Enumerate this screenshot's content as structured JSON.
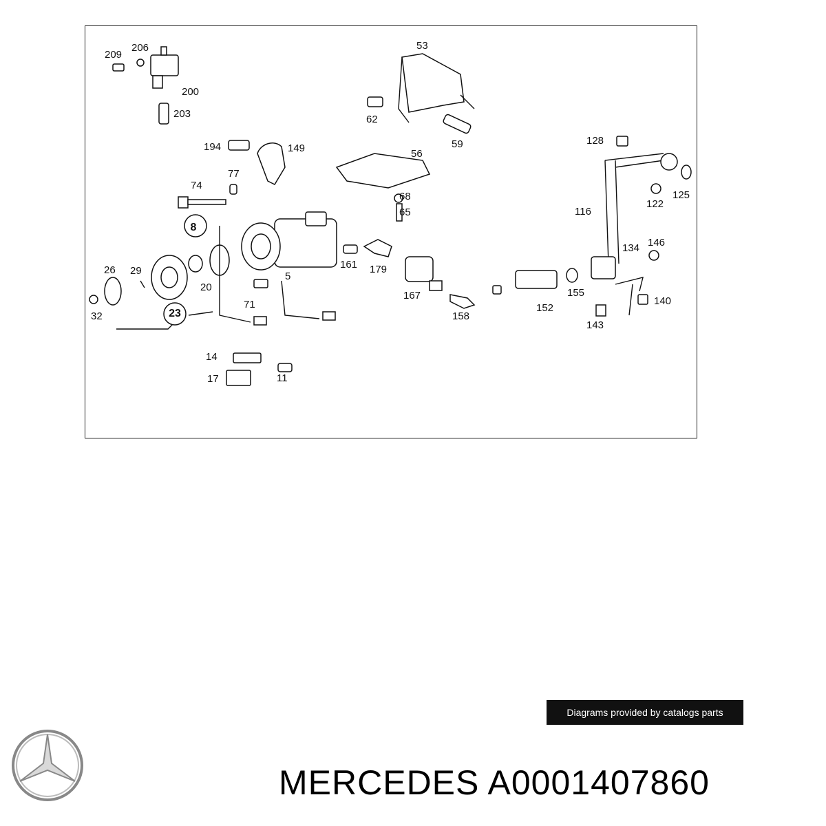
{
  "diagram": {
    "callouts": [
      "209",
      "206",
      "200",
      "203",
      "53",
      "62",
      "59",
      "194",
      "149",
      "56",
      "128",
      "125",
      "122",
      "74",
      "77",
      "68",
      "65",
      "116",
      "8",
      "134",
      "146",
      "26",
      "29",
      "20",
      "5",
      "161",
      "179",
      "167",
      "155",
      "140",
      "32",
      "23",
      "71",
      "158",
      "152",
      "143",
      "14",
      "17",
      "11"
    ]
  },
  "credit": "Diagrams provided by catalogs parts",
  "brand": "MERCEDES",
  "part_number": "A0001407860"
}
